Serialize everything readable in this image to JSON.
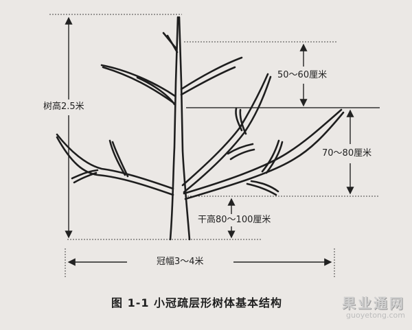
{
  "labels": {
    "tree_height": "树高2.5米",
    "upper_spacing": "50～60厘米",
    "layer_spacing": "70～80厘米",
    "trunk_height": "干高80～100厘米",
    "crown_width": "冠幅3～4米"
  },
  "caption": "图 1-1   小冠疏层形树体基本结构",
  "watermark": {
    "chinese": "果业通网",
    "url": "guoyetong.com"
  }
}
